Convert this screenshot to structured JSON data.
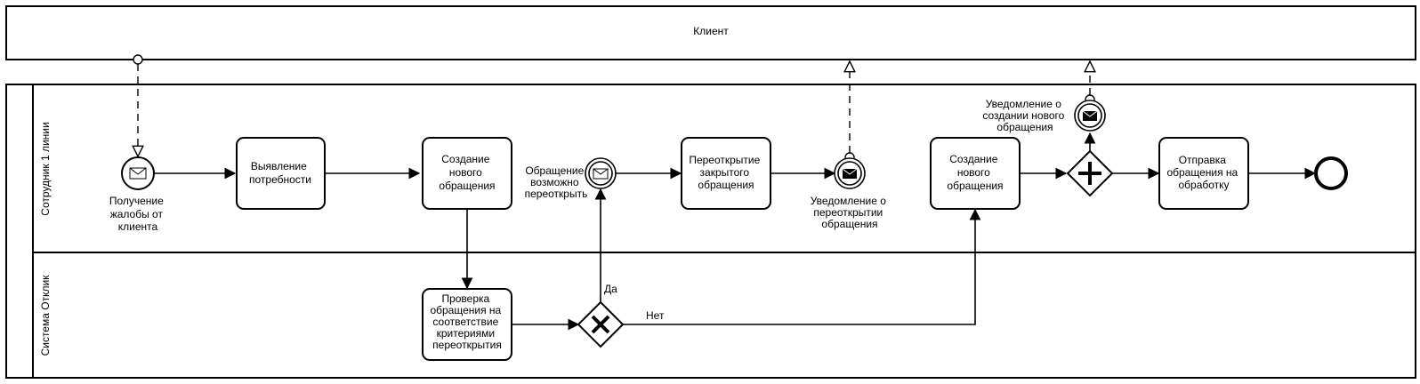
{
  "pools": {
    "client": "Клиент",
    "lane_first_line": "Сотрудник 1 линии",
    "lane_system": "Система Отклик"
  },
  "events": {
    "start": [
      "Получение",
      "жалобы от",
      "клиента"
    ],
    "msg_reopen_possible": [
      "Обращение",
      "возможно",
      "переоткрыть"
    ],
    "notify_reopen": [
      "Уведомление о",
      "переоткрытии",
      "обращения"
    ],
    "notify_new": [
      "Уведомление о",
      "создании нового",
      "обращения"
    ]
  },
  "tasks": {
    "identify_needs": [
      "Выявление",
      "потребности"
    ],
    "create_request_1": [
      "Создание",
      "нового",
      "обращения"
    ],
    "reopen_closed": [
      "Переоткрытие",
      "закрытого",
      "обращения"
    ],
    "create_request_2": [
      "Создание",
      "нового",
      "обращения"
    ],
    "send_processing": [
      "Отправка",
      "обращения на",
      "обработку"
    ],
    "check_request": [
      "Проверка",
      "обращения на",
      "соответствие",
      "критериями",
      "переоткрытия"
    ]
  },
  "gateways": {
    "yes": "Да",
    "no": "Нет"
  }
}
